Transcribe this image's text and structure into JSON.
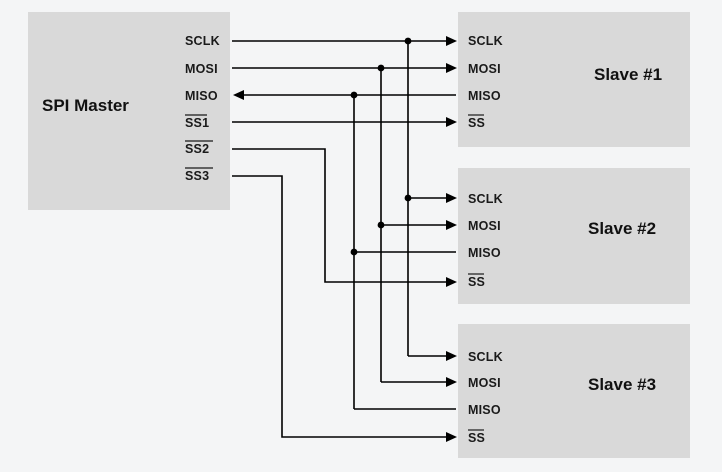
{
  "master": {
    "title": "SPI Master",
    "pins": [
      "SCLK",
      "MOSI",
      "MISO",
      "SS1",
      "SS2",
      "SS3"
    ]
  },
  "slaves": [
    {
      "title": "Slave #1",
      "pins": [
        "SCLK",
        "MOSI",
        "MISO",
        "SS"
      ]
    },
    {
      "title": "Slave #2",
      "pins": [
        "SCLK",
        "MOSI",
        "MISO",
        "SS"
      ]
    },
    {
      "title": "Slave #3",
      "pins": [
        "SCLK",
        "MOSI",
        "MISO",
        "SS"
      ]
    }
  ]
}
